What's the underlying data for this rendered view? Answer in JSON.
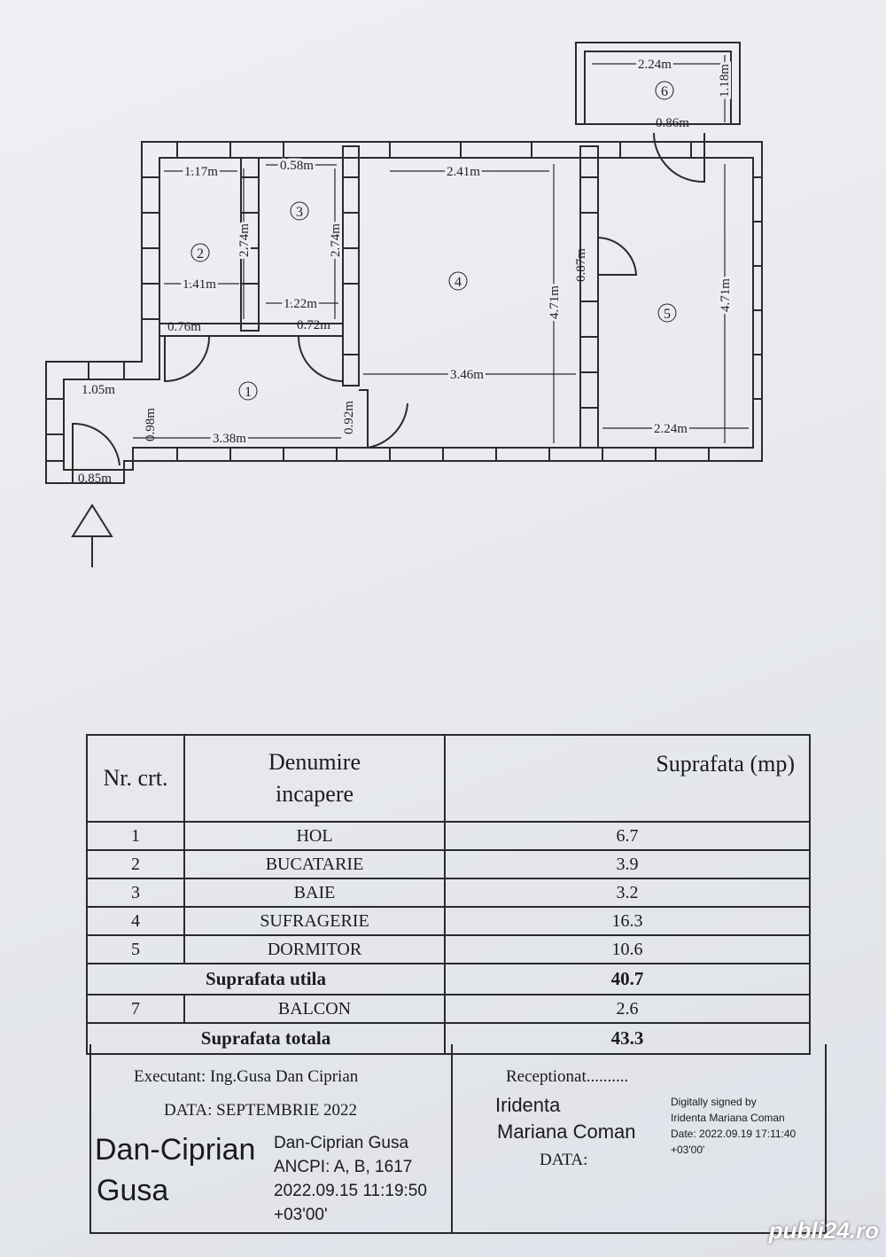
{
  "plan": {
    "rooms": [
      "1",
      "2",
      "3",
      "4",
      "5",
      "6"
    ],
    "dimensions": {
      "d_2_24_top": "2.24m",
      "d_1_18": "1.18m",
      "d_0_86": "0.86m",
      "d_1_17": "1.17m",
      "d_0_58": "0.58m",
      "d_2_41": "2.41m",
      "d_2_74_a": "2.74m",
      "d_2_74_b": "2.74m",
      "d_1_41": "1.41m",
      "d_1_22": "1.22m",
      "d_0_76": "0.76m",
      "d_0_72": "0.72m",
      "d_4_71_a": "4.71m",
      "d_0_87": "0.87m",
      "d_4_71_b": "4.71m",
      "d_3_46": "3.46m",
      "d_1_05": "1.05m",
      "d_0_98": "0.98m",
      "d_3_38": "3.38m",
      "d_0_92": "0.92m",
      "d_2_24_bottom": "2.24m",
      "d_0_85": "0.85m"
    }
  },
  "table": {
    "headers": {
      "nr": "Nr. crt.",
      "name_line1": "Denumire",
      "name_line2": "incapere",
      "area": "Suprafata (mp)"
    },
    "rows": [
      {
        "nr": "1",
        "name": "HOL",
        "area": "6.7"
      },
      {
        "nr": "2",
        "name": "BUCATARIE",
        "area": "3.9"
      },
      {
        "nr": "3",
        "name": "BAIE",
        "area": "3.2"
      },
      {
        "nr": "4",
        "name": "SUFRAGERIE",
        "area": "16.3"
      },
      {
        "nr": "5",
        "name": "DORMITOR",
        "area": "10.6"
      }
    ],
    "utila": {
      "label": "Suprafata utila",
      "area": "40.7"
    },
    "balcon": {
      "nr": "7",
      "name": "BALCON",
      "area": "2.6"
    },
    "totala": {
      "label": "Suprafata totala",
      "area": "43.3"
    }
  },
  "signatures": {
    "executant": "Executant: Ing.Gusa Dan Ciprian",
    "data_left": "DATA: SEPTEMBRIE 2022",
    "sig_left_name1": "Dan-Ciprian",
    "sig_left_name2": "Gusa",
    "sig_left_details": [
      "Dan-Ciprian Gusa",
      "ANCPI: A, B, 1617",
      "2022.09.15 11:19:50",
      "+03'00'"
    ],
    "receptionat": "Receptionat..........",
    "data_right": "DATA:",
    "sig_right_name1": "Iridenta",
    "sig_right_name2": "Mariana Coman",
    "sig_right_details": [
      "Digitally signed by",
      "Iridenta Mariana Coman",
      "Date: 2022.09.19 17:11:40",
      "+03'00'"
    ]
  },
  "watermark": "publi24.ro"
}
